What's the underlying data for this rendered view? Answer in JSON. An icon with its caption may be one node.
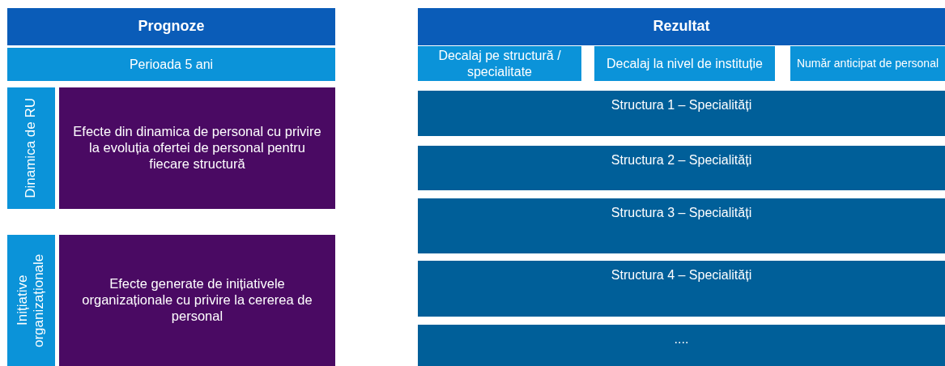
{
  "diagram": {
    "nodes": [
      {
        "text": [
          "Prognoze"
        ]
      },
      {
        "text": [
          "Perioada 5 ani"
        ]
      },
      {
        "text": [
          "Dinamica de RU"
        ]
      },
      {
        "text": [
          "Efecte din dinamica de personal cu privire la evoluția ofertei de personal pentru fiecare structură"
        ]
      },
      {
        "text": [
          "Inițiative organizaționale"
        ]
      },
      {
        "text": [
          "Efecte generate de inițiativele organizaționale cu privire la cererea de personal"
        ]
      },
      {
        "text": [
          "Rezultat"
        ]
      },
      {
        "text": [
          "Decalaj pe structură / specialitate"
        ]
      },
      {
        "text": [
          "Decalaj la nivel de instituție"
        ]
      },
      {
        "text": [
          "Număr anticipat de personal"
        ]
      },
      {
        "text": [
          "Structura 1 – Specialități"
        ]
      },
      {
        "text": [
          "Structura 2 – Specialități"
        ]
      },
      {
        "text": [
          "Structura 3 – Specialități"
        ]
      },
      {
        "text": [
          "Structura 4 – Specialități"
        ]
      },
      {
        "text": [
          "...."
        ]
      }
    ],
    "edges": []
  }
}
